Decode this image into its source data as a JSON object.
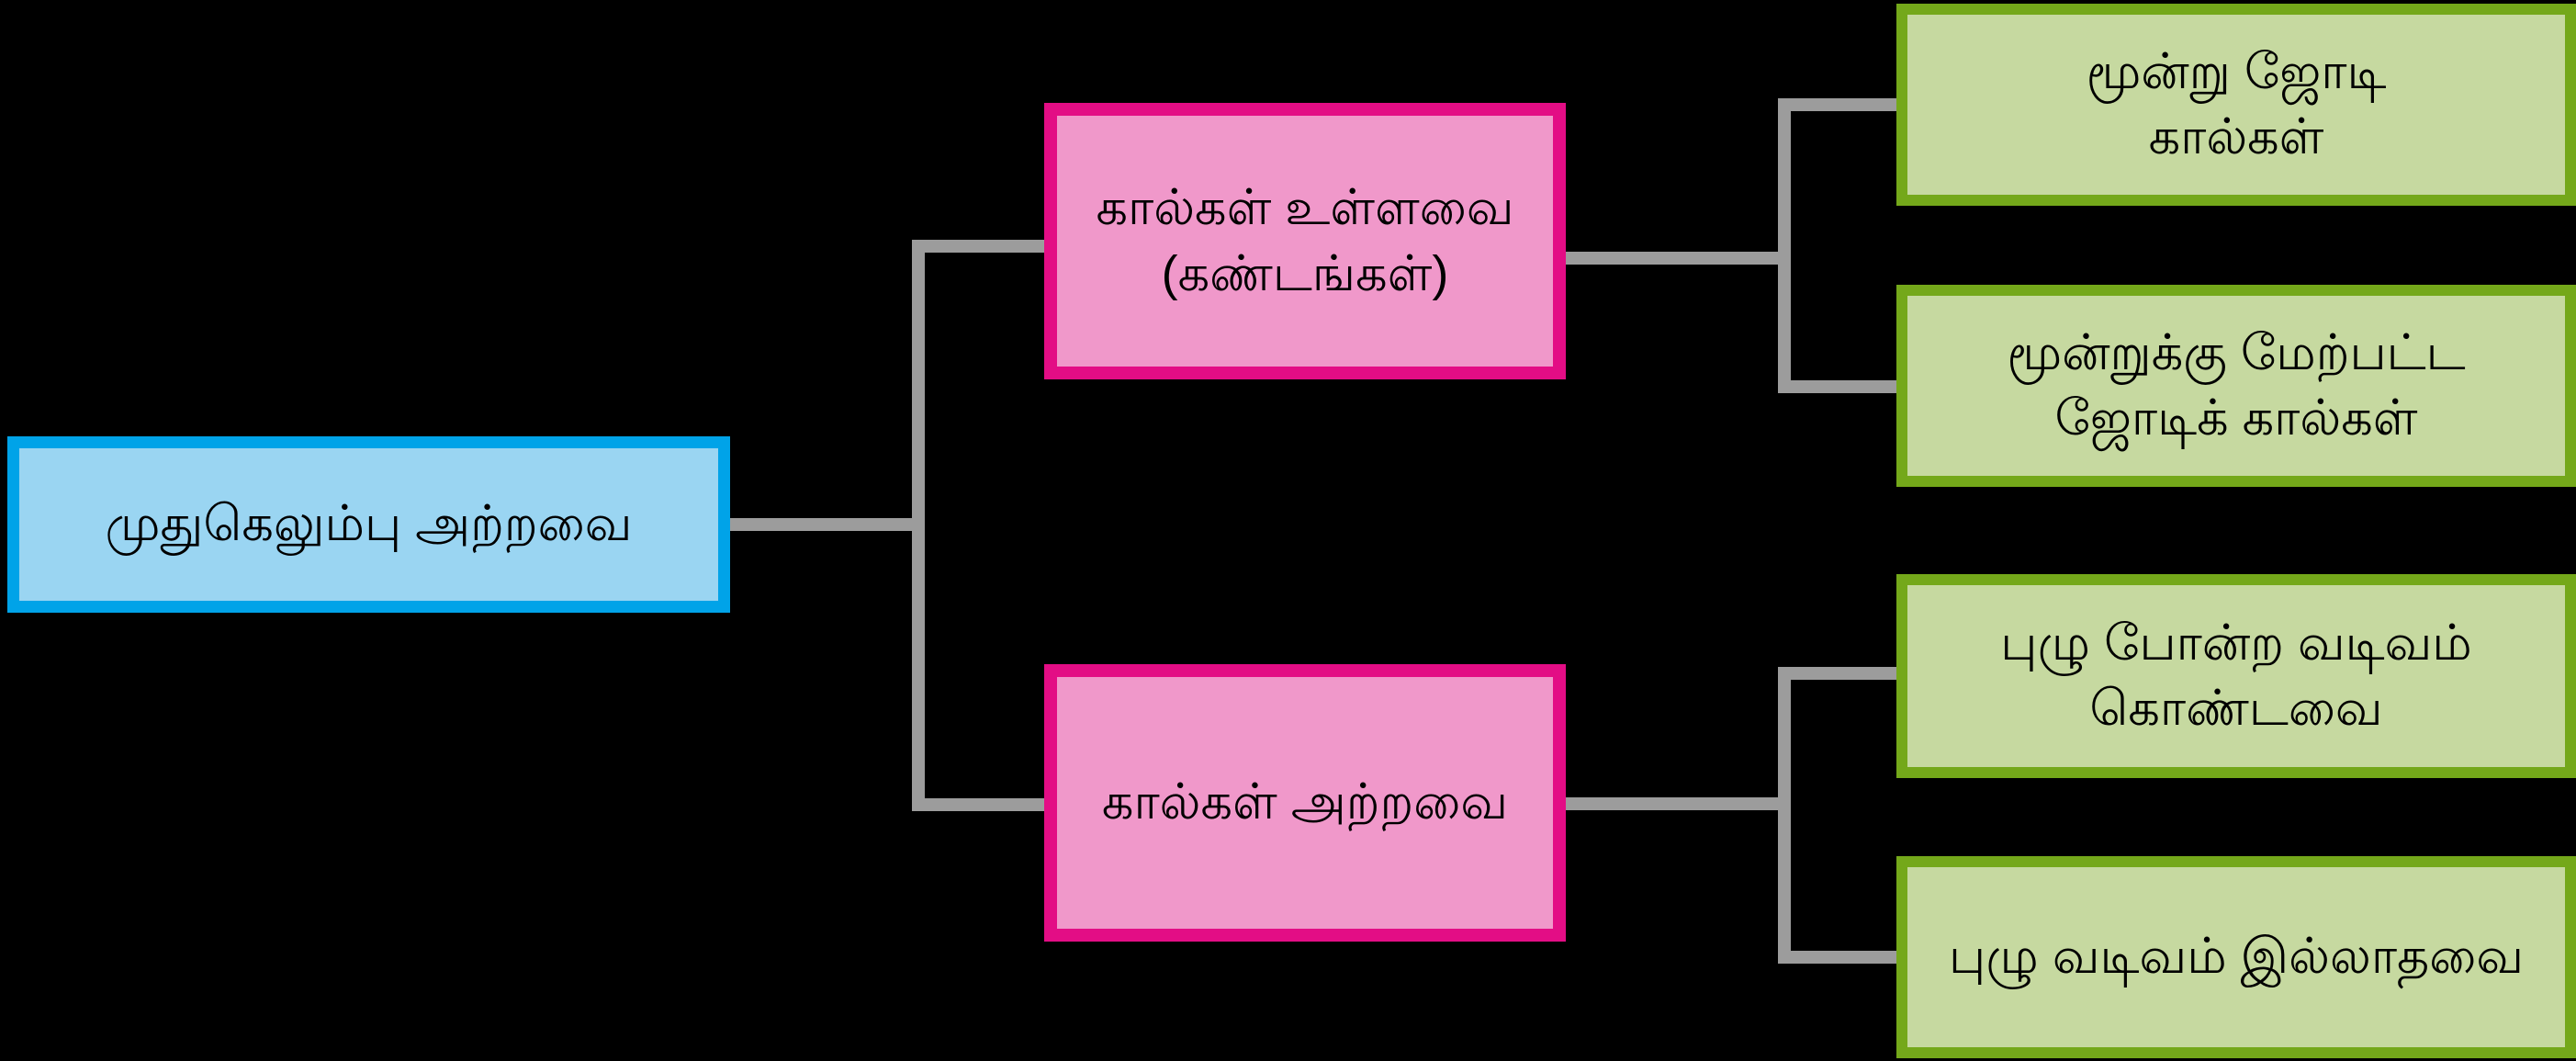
{
  "diagram": {
    "type": "tree",
    "background": "#000000",
    "connector_color": "#9C9C9C",
    "text_color": "#000000",
    "nodes": {
      "root": {
        "label": "முதுகெலும்பு அற்றவை",
        "fill": "#9AD5F2",
        "border": "#00A3E8"
      },
      "branch_with_legs": {
        "label": "கால்கள் உள்ளவை\n(கண்டங்கள்)",
        "fill": "#F098CA",
        "border": "#E30D85"
      },
      "branch_without_legs": {
        "label": "கால்கள் அற்றவை",
        "fill": "#F098CA",
        "border": "#E30D85"
      },
      "leaf_three_pairs": {
        "label": "மூன்று ஜோடி\nகால்கள்",
        "fill": "#C6D9A0",
        "border": "#74A81A"
      },
      "leaf_more_than_three_pairs": {
        "label": "மூன்றுக்கு மேற்பட்ட\nஜோடிக் கால்கள்",
        "fill": "#C6D9A0",
        "border": "#74A81A"
      },
      "leaf_worm_shaped": {
        "label": "புழு போன்ற வடிவம்\nகொண்டவை",
        "fill": "#C6D9A0",
        "border": "#74A81A"
      },
      "leaf_not_worm_shaped": {
        "label": "புழு வடிவம் இல்லாதவை",
        "fill": "#C6D9A0",
        "border": "#74A81A"
      }
    }
  }
}
